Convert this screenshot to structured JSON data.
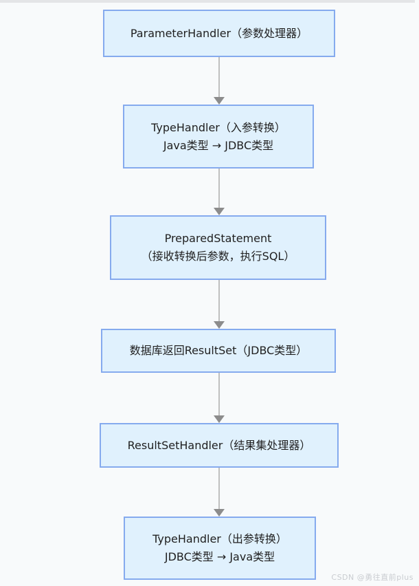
{
  "diagram": {
    "type": "flowchart-top-down",
    "colors": {
      "background": "#f8fafb",
      "top_strip": "#e4e5e7",
      "node_fill": "#e0f1fd",
      "node_border": "#85aaee",
      "edge_line": "#bfbfbf",
      "arrowhead": "#8c8c8c",
      "text": "#1f1f1f"
    },
    "nodes": [
      {
        "id": "parameter-handler",
        "lines": [
          "ParameterHandler（参数处理器）"
        ]
      },
      {
        "id": "type-handler-in",
        "lines": [
          "TypeHandler（入参转换）",
          "Java类型 → JDBC类型"
        ]
      },
      {
        "id": "prepared-statement",
        "lines": [
          "PreparedStatement",
          "（接收转换后参数，执行SQL）"
        ]
      },
      {
        "id": "database-resultset",
        "lines": [
          "数据库返回ResultSet（JDBC类型）"
        ]
      },
      {
        "id": "resultset-handler",
        "lines": [
          "ResultSetHandler（结果集处理器）"
        ]
      },
      {
        "id": "type-handler-out",
        "lines": [
          "TypeHandler（出参转换）",
          "JDBC类型 → Java类型"
        ]
      }
    ],
    "edges": [
      {
        "from": "parameter-handler",
        "to": "type-handler-in"
      },
      {
        "from": "type-handler-in",
        "to": "prepared-statement"
      },
      {
        "from": "prepared-statement",
        "to": "database-resultset"
      },
      {
        "from": "database-resultset",
        "to": "resultset-handler"
      },
      {
        "from": "resultset-handler",
        "to": "type-handler-out"
      }
    ]
  },
  "watermark": {
    "text": "CSDN @勇往直前plus",
    "color": "#c9ccd0"
  }
}
